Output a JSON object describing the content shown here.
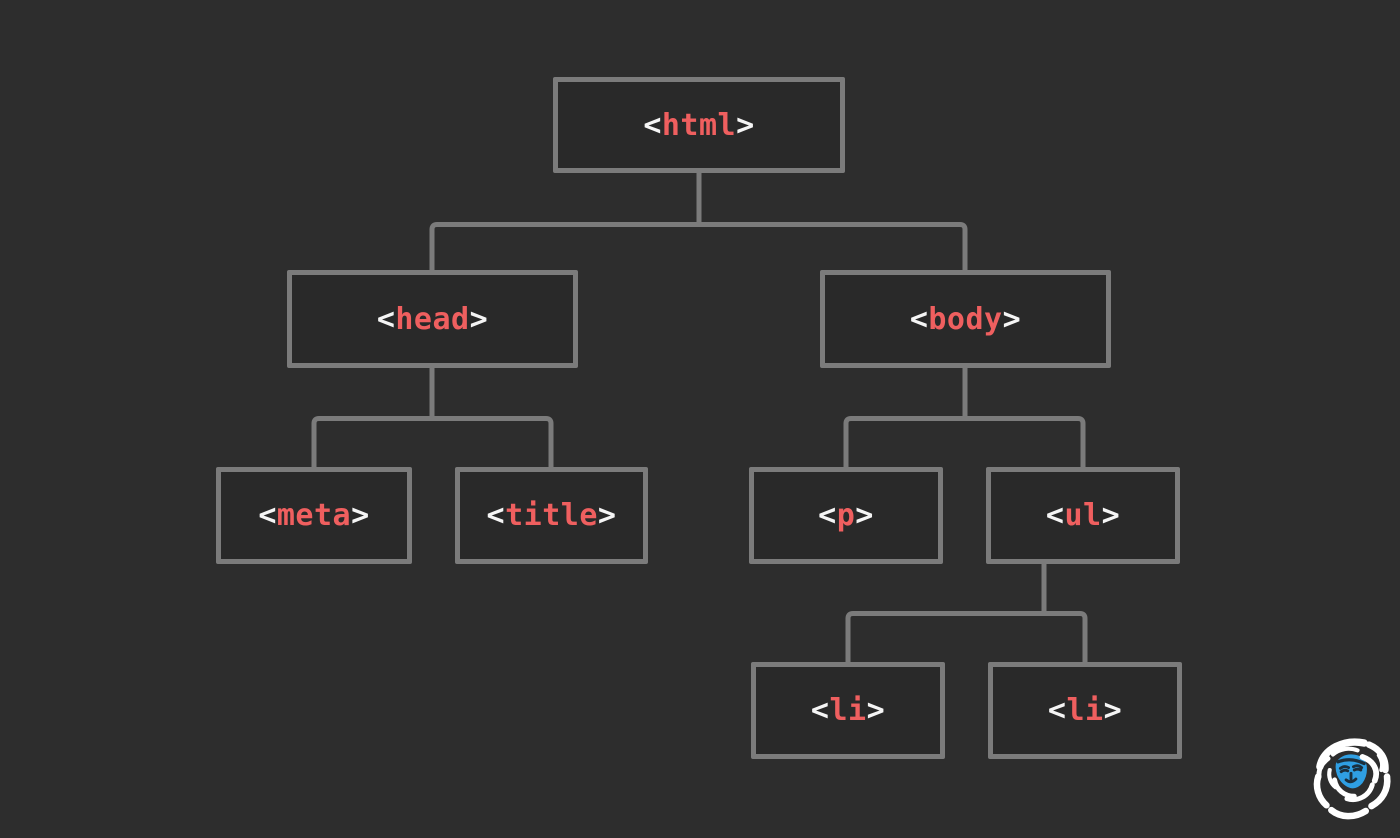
{
  "theme": {
    "bg": "#2d2d2d",
    "box-fill": "#292929",
    "line": "#7b7b7b",
    "bracket": "#f5f5f5",
    "tag": "#ef5f5f",
    "logo-blue": "#2f9fe3",
    "logo-dark": "#1b2f3d"
  },
  "diagram": {
    "type": "tree",
    "nodes": [
      {
        "id": "html",
        "open": "<",
        "name": "html",
        "close": ">"
      },
      {
        "id": "head",
        "open": "<",
        "name": "head",
        "close": ">"
      },
      {
        "id": "body",
        "open": "<",
        "name": "body",
        "close": ">"
      },
      {
        "id": "meta",
        "open": "<",
        "name": "meta",
        "close": ">"
      },
      {
        "id": "title",
        "open": "<",
        "name": "title",
        "close": ">"
      },
      {
        "id": "p",
        "open": "<",
        "name": "p",
        "close": ">"
      },
      {
        "id": "ul",
        "open": "<",
        "name": "ul",
        "close": ">"
      },
      {
        "id": "li-1",
        "open": "<",
        "name": "li",
        "close": ">"
      },
      {
        "id": "li-2",
        "open": "<",
        "name": "li",
        "close": ">"
      }
    ],
    "edges": [
      [
        "html",
        "head"
      ],
      [
        "html",
        "body"
      ],
      [
        "head",
        "meta"
      ],
      [
        "head",
        "title"
      ],
      [
        "body",
        "p"
      ],
      [
        "body",
        "ul"
      ],
      [
        "ul",
        "li-1"
      ],
      [
        "ul",
        "li-2"
      ]
    ]
  },
  "logo": {
    "icon": "bearded-face-swirl-logo"
  }
}
